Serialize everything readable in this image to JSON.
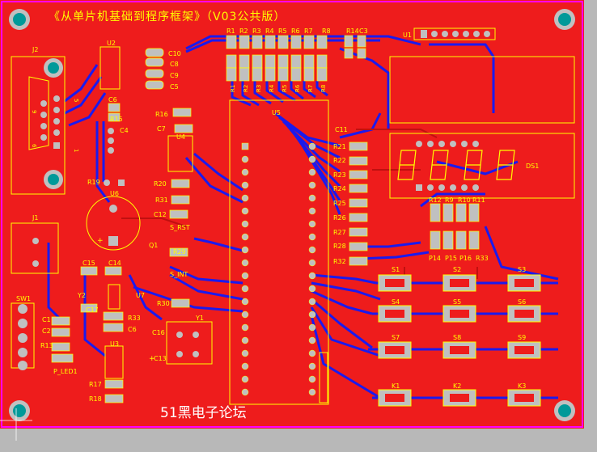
{
  "title": "《从单片机基础到程序框架》（V03公共版）",
  "watermark": "51黑电子论坛",
  "colors": {
    "board": "#ee1c1c",
    "bottom_copper": "#1a1aee",
    "silkscreen": "#ffff00",
    "outline": "#ff00ff",
    "pad": "#c0c0c0",
    "margin": "#b8b8b8"
  },
  "designators": {
    "resistor_bank": [
      "R1",
      "R2",
      "R3",
      "R4",
      "R5",
      "R6",
      "R7",
      "R8"
    ],
    "resistor_bank_mirrored": [
      "R1",
      "R2",
      "R3",
      "R4",
      "R5",
      "R6",
      "R7",
      "R8"
    ],
    "r14": "R14",
    "c3": "C3",
    "u1": "U1",
    "u2": "U2",
    "j2": "J2",
    "j1": "J1",
    "c10": "C10",
    "c8": "C8",
    "c9": "C9",
    "c5": "C5",
    "c6": "C6",
    "r16": "R16",
    "r15": "R15",
    "c7": "C7",
    "u4": "U4",
    "c4": "C4",
    "r19": "R19",
    "r20": "R20",
    "r31": "R31",
    "c12": "C12",
    "u5": "U5",
    "u6": "U6",
    "s_rst": "S_RST",
    "q1": "Q1",
    "r29": "R29",
    "s_int": "S_INT",
    "r30": "R30",
    "c11": "C11",
    "right_resistors": [
      "R21",
      "R22",
      "R23",
      "R24",
      "R25",
      "R26",
      "R27",
      "R28",
      "R32"
    ],
    "ds1": "DS1",
    "r_top": [
      "R12",
      "R9",
      "R10",
      "R11"
    ],
    "r_bot": [
      "P14",
      "P15",
      "P16",
      "R33"
    ],
    "sw1": "SW1",
    "c1": "C1",
    "c2": "C2",
    "r13": "R13",
    "p_led1": "P_LED1",
    "c15": "C15",
    "c14": "C14",
    "y2": "Y2",
    "c17": "C17",
    "u7": "U7",
    "r33b": "R33",
    "c16b": "C6",
    "u3": "U3",
    "r17": "R17",
    "r18": "R18",
    "y1": "Y1",
    "c16": "C16",
    "c13": "C13",
    "switches": [
      "S1",
      "S2",
      "S3",
      "S4",
      "S5",
      "S6",
      "S7",
      "S8",
      "S9"
    ],
    "keys": [
      "K1",
      "K2",
      "K3"
    ],
    "j2_pins": [
      "9",
      "6",
      "5",
      "1"
    ]
  }
}
